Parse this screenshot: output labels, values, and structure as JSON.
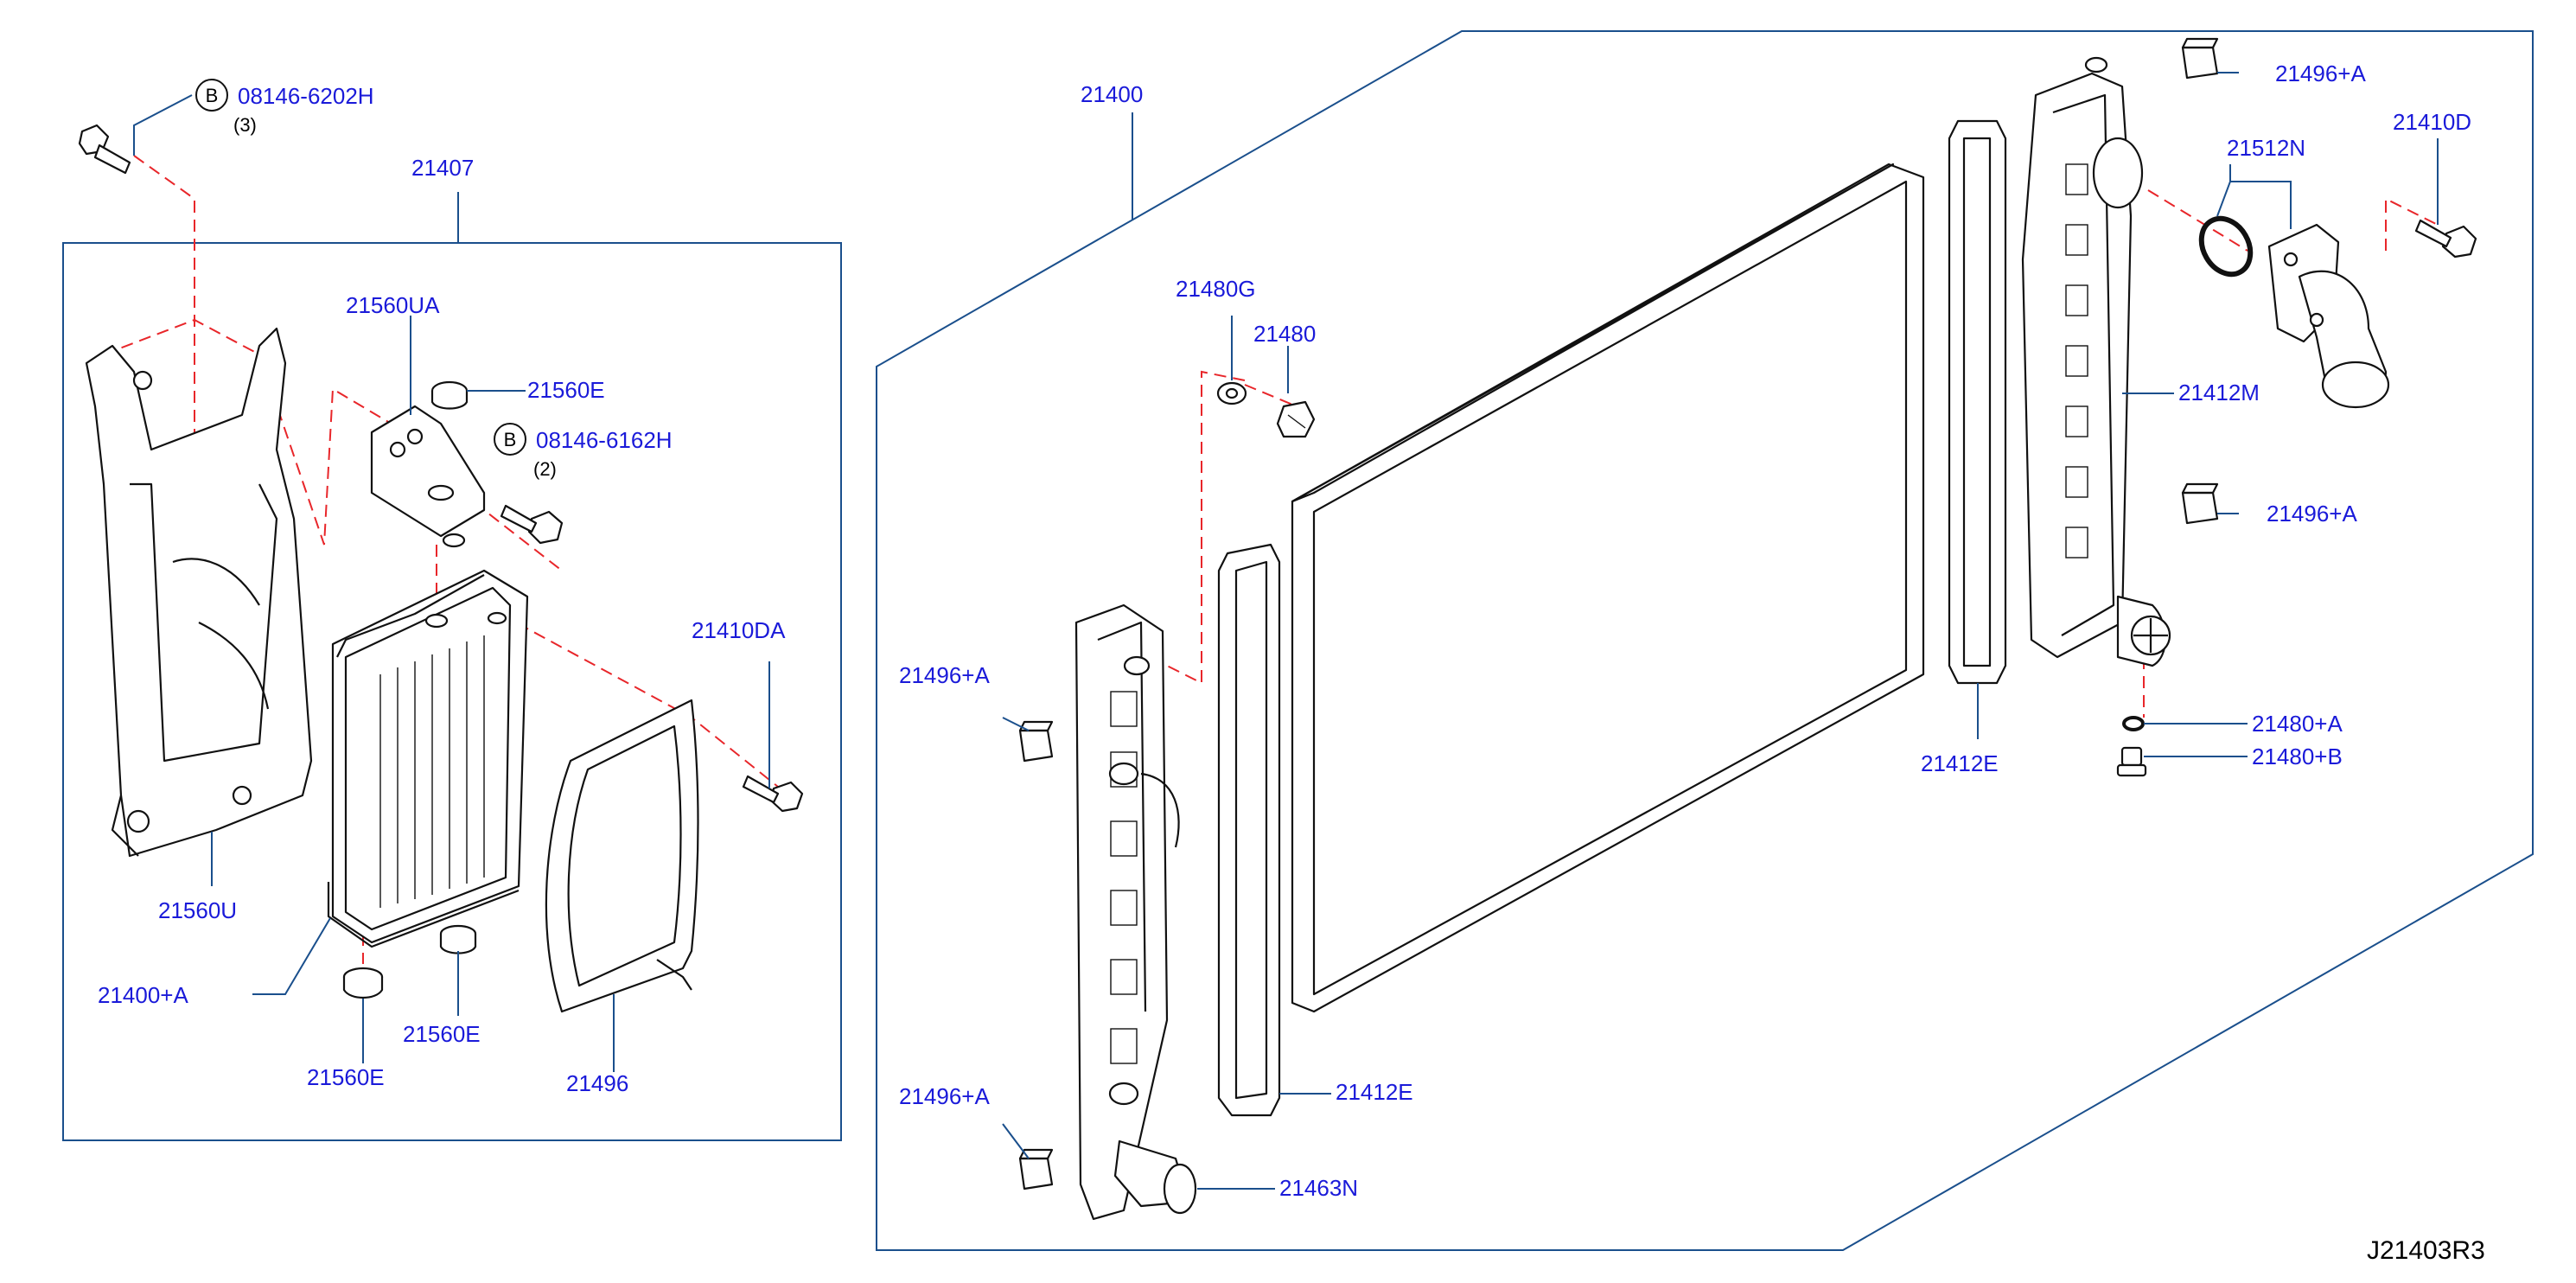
{
  "diagram": {
    "code": "J21403R3",
    "labels": {
      "bolt_08146_6202h": "08146-6202H",
      "bolt_08146_6202h_qty": "(3)",
      "bolt_08146_6162h": "08146-6162H",
      "bolt_08146_6162h_qty": "(2)",
      "bolt_symbol": "B",
      "p21407": "21407",
      "p21560ua": "21560UA",
      "p21560e_top": "21560E",
      "p21410da": "21410DA",
      "p21560u": "21560U",
      "p21400a": "21400+A",
      "p21560e_mid": "21560E",
      "p21560e_bot": "21560E",
      "p21496": "21496",
      "p21400": "21400",
      "p21480g": "21480G",
      "p21480": "21480",
      "p21496a_left_top": "21496+A",
      "p21496a_left_bot": "21496+A",
      "p21412e_left": "21412E",
      "p21463n": "21463N",
      "p21412e_right": "21412E",
      "p21412m": "21412M",
      "p21496a_right_top": "21496+A",
      "p21496a_right_mid": "21496+A",
      "p21512n": "21512N",
      "p21410d": "21410D",
      "p21480a": "21480+A",
      "p21480b": "21480+B"
    },
    "colors": {
      "label": "#1a1ad9",
      "leader": "#1a4f8c",
      "dashed_guide": "#e8262a",
      "part_outline": "#111111"
    }
  }
}
